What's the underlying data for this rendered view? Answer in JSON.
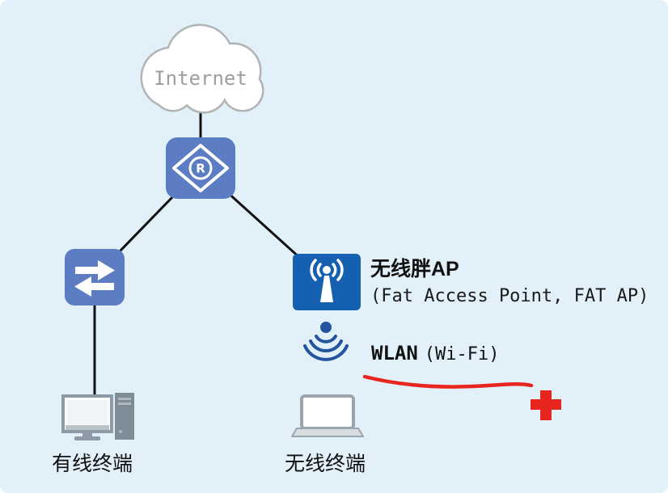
{
  "labels": {
    "internet": "Internet",
    "router_letter": "R",
    "ap_title": "无线胖AP",
    "ap_subtitle": "(Fat Access Point, FAT AP)",
    "wlan_name": "WLAN",
    "wlan_detail": "(Wi-Fi)",
    "wired_terminal": "有线终端",
    "wireless_terminal": "无线终端"
  },
  "colors": {
    "background": "#e2f1f9",
    "node_blue": "#5c7dc3",
    "ap_blue": "#1560b0",
    "wifi_blue": "#24549e",
    "cloud_outline": "#b3b3b3",
    "internet_text": "#9e9e9e",
    "link_line": "#111111",
    "device_gray": "#8d9aa5",
    "annotation_red": "#e8251f",
    "label_text": "#111111"
  },
  "topology": {
    "type": "network-topology",
    "nodes": [
      {
        "id": "internet",
        "type": "cloud",
        "label": "Internet"
      },
      {
        "id": "router",
        "type": "router"
      },
      {
        "id": "switch",
        "type": "switch"
      },
      {
        "id": "fat-ap",
        "type": "wireless-access-point",
        "label": "无线胖AP (Fat Access Point, FAT AP)"
      },
      {
        "id": "wlan",
        "type": "wifi-signal",
        "label": "WLAN (Wi-Fi)"
      },
      {
        "id": "wired-terminal",
        "type": "desktop-pc",
        "label": "有线终端"
      },
      {
        "id": "wireless-terminal",
        "type": "laptop",
        "label": "无线终端"
      }
    ],
    "edges": [
      {
        "from": "internet",
        "to": "router"
      },
      {
        "from": "router",
        "to": "switch"
      },
      {
        "from": "router",
        "to": "fat-ap"
      },
      {
        "from": "switch",
        "to": "wired-terminal"
      }
    ],
    "annotations": [
      {
        "type": "red-underline",
        "near": "WLAN (Wi-Fi)"
      },
      {
        "type": "red-cross-mark",
        "near": "WLAN (Wi-Fi)"
      }
    ]
  }
}
